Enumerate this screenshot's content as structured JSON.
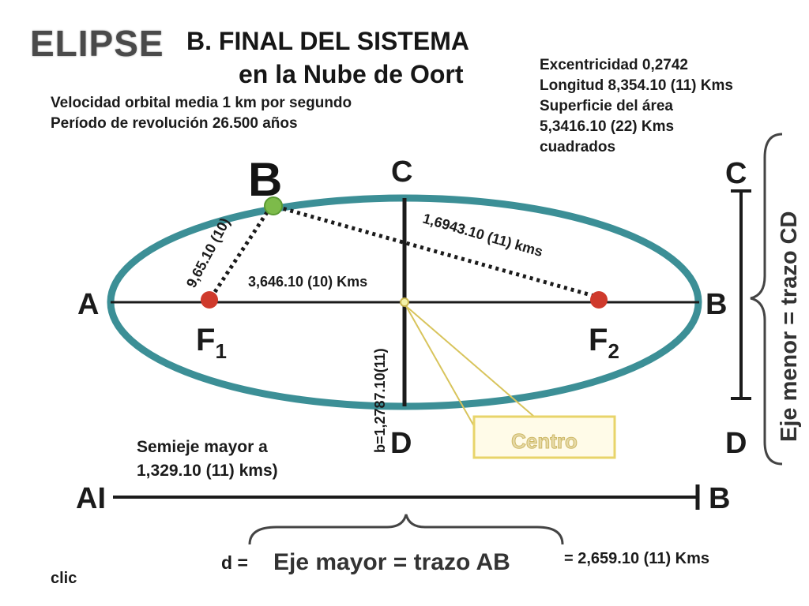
{
  "logo": "ELIPSE",
  "title": {
    "line1": "B.  FINAL DEL SISTEMA",
    "line2": "en la Nube de Oort"
  },
  "info_left": [
    "Velocidad orbital media 1 km por segundo",
    "Período de revolución 26.500 años"
  ],
  "info_right": [
    "Excentricidad 0,2742",
    "Longitud 8,354.10 (11) Kms",
    "Superficie del área",
    "5,3416.10 (22) Kms",
    "cuadrados"
  ],
  "points": {
    "a": "A",
    "b": "B",
    "c": "C",
    "d": "D",
    "f1": "F",
    "f1_sub": "1",
    "f2": "F",
    "f2_sub": "2",
    "body": "B"
  },
  "measures": {
    "f1_to_body": "9,65.10 (10)",
    "body_to_f2": "1,6943.10 (11) kms",
    "f1_to_center": "3,646.10 (10) Kms",
    "semi_minor": "b=1,2787.10(11)"
  },
  "center_label": "Centro",
  "minor_axis": {
    "c": "C",
    "d": "D",
    "label": "Eje menor = trazo CD"
  },
  "major_axis": {
    "a": "AI",
    "b": "B",
    "label": "Eje mayor = trazo AB"
  },
  "semi_major": {
    "line1": "Semieje mayor a",
    "line2": "1,329.10 (11) kms)"
  },
  "distance": {
    "prefix": "d =",
    "value": "= 2,659.10 (11) Kms"
  },
  "clic": "clic",
  "colors": {
    "ellipse": "#3c8f96",
    "focus": "#cf3a2c",
    "body_point": "#7dbb4a",
    "callout": "#e8d46a"
  }
}
